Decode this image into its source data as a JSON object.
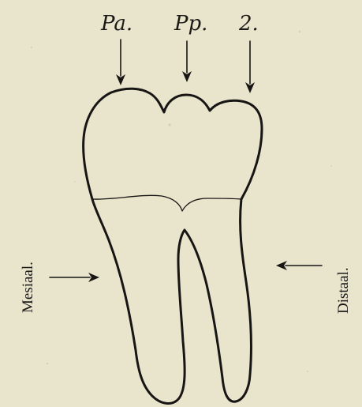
{
  "labels": {
    "cusp_pa": "Pa.",
    "cusp_pp": "Pp.",
    "cusp_2": "2.",
    "side_left": "Mesiaal.",
    "side_right": "Distaal."
  },
  "colors": {
    "background": "#e9e4cc",
    "ink": "#171614"
  }
}
